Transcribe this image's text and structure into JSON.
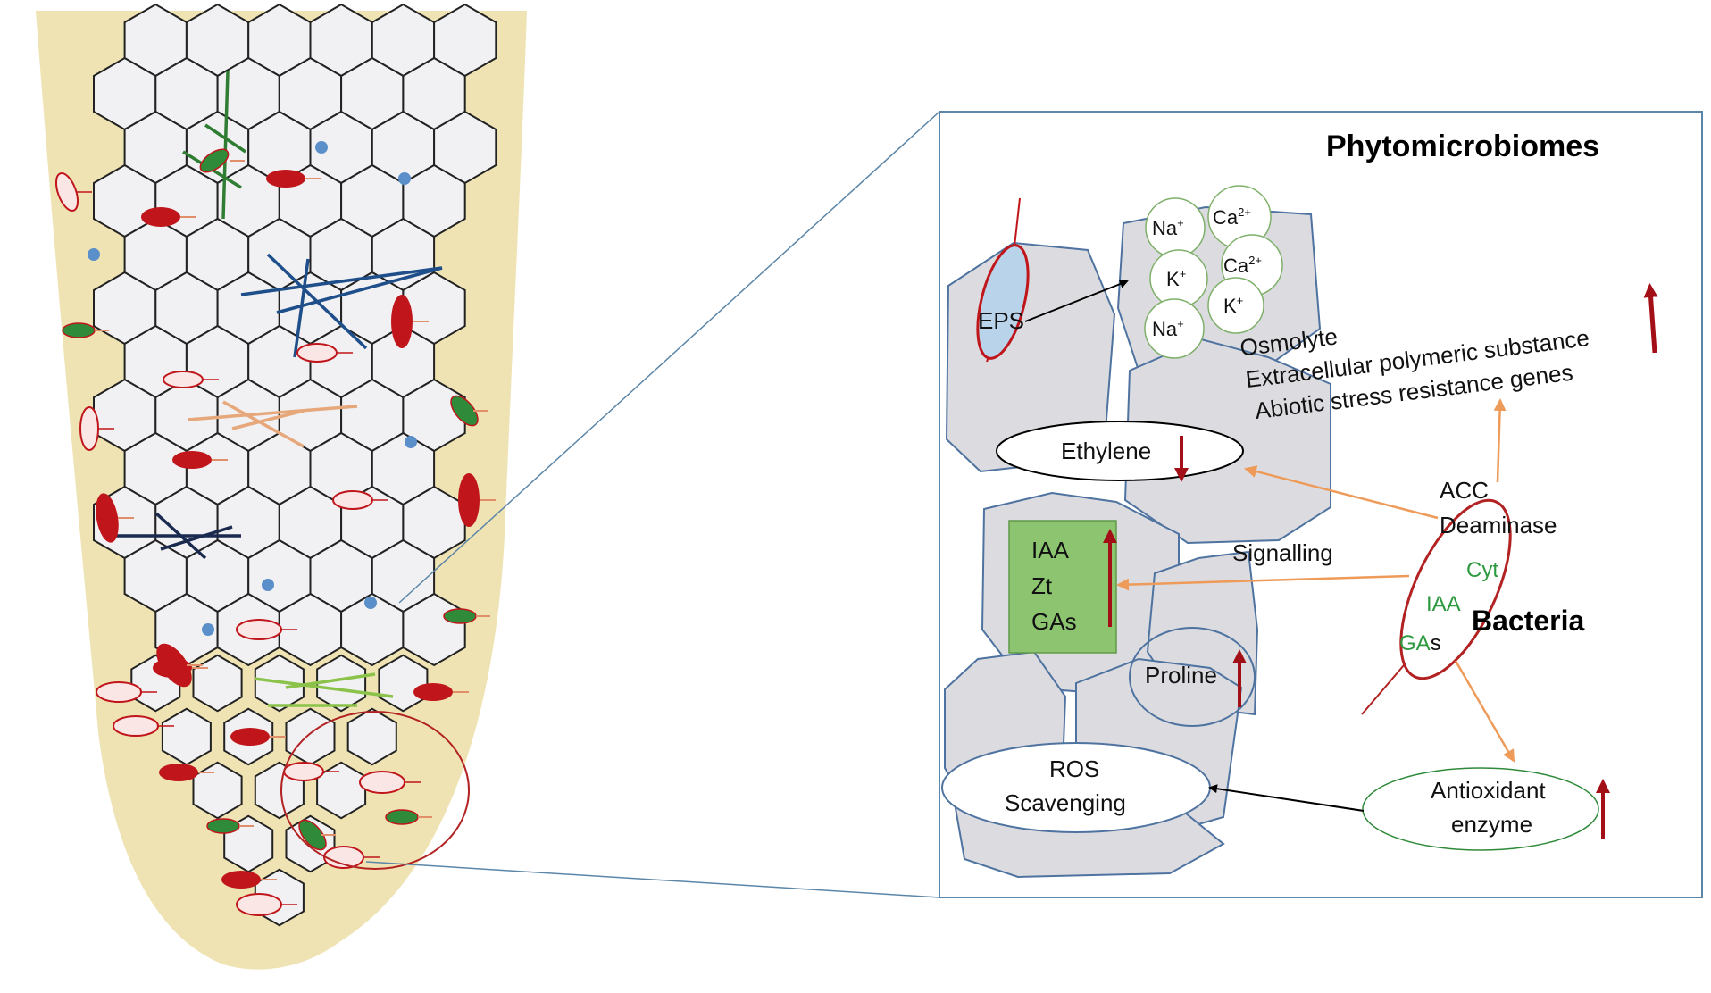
{
  "title": "Phytomicrobiomes",
  "organism": "Bacteria",
  "bacteria_products": {
    "acc": "ACC",
    "deaminase": "Deaminase",
    "cyt": "Cyt",
    "iaa": "IAA",
    "gas_prefix": "GA",
    "gas_suffix": "s"
  },
  "ions": {
    "na": "Na",
    "ca": "Ca",
    "k": "K",
    "plus": "+",
    "ca_charge": "2+"
  },
  "labels": {
    "eps": "EPS",
    "ethylene": "Ethylene",
    "hormones": [
      "IAA",
      "Zt",
      "GAs"
    ],
    "signalling": "Signalling",
    "proline": "Proline",
    "ros_line1": "ROS",
    "ros_line2": "Scavenging",
    "antioxidant_line1": "Antioxidant",
    "antioxidant_line2": "enzyme"
  },
  "effects": [
    "Osmolyte",
    "Extracellular polymeric substance",
    "Abiotic stress resistance genes"
  ],
  "colors": {
    "root_tissue": "#efe3b4",
    "cell_fill": "#f1f1f3",
    "panel_cell_fill": "#dcdce0",
    "panel_cell_stroke": "#4f73a0",
    "panel_border": "#5b86a8",
    "up_down_arrow": "#a30f16",
    "orange_arrow": "#ee9a58",
    "hormone_box": "#8cc46f",
    "bacterium_red": "#c0161b",
    "bacterium_green": "#2f8a3a",
    "bacterium_outline": "#b22222",
    "eps_fill": "#b9d3ea"
  }
}
